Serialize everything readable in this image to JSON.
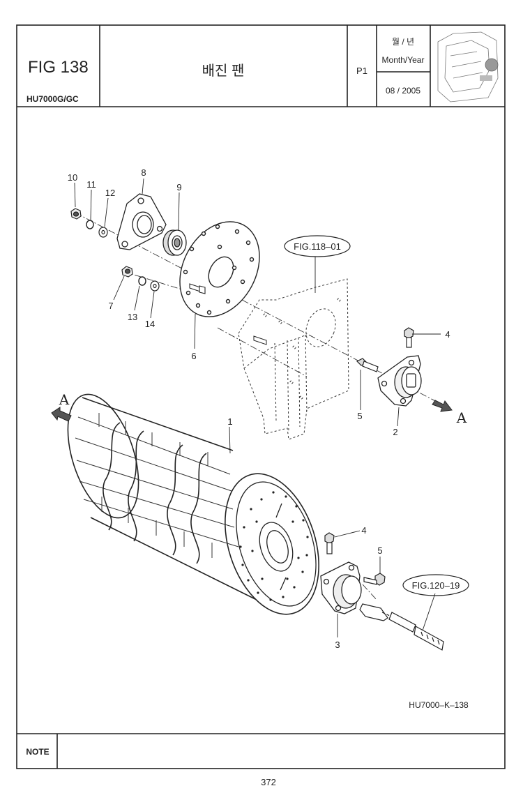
{
  "header": {
    "fig": "FIG 138",
    "model": "HU7000G/GC",
    "title": "배진 팬",
    "page": "P1",
    "month_year_ko": "월 / 년",
    "month_year_en": "Month/Year",
    "date": "08 / 2005"
  },
  "callouts": {
    "c1": "1",
    "c2": "2",
    "c3": "3",
    "c4a": "4",
    "c4b": "4",
    "c5a": "5",
    "c5b": "5",
    "c6": "6",
    "c7": "7",
    "c8": "8",
    "c9": "9",
    "c10": "10",
    "c11": "11",
    "c12": "12",
    "c13": "13",
    "c14": "14"
  },
  "refs": {
    "fig_118": "FIG.118–01",
    "fig_120": "FIG.120–19"
  },
  "arrows": {
    "left": "A",
    "right": "A"
  },
  "drawing_code": "HU7000–K–138",
  "note_label": "NOTE",
  "page_number": "372"
}
